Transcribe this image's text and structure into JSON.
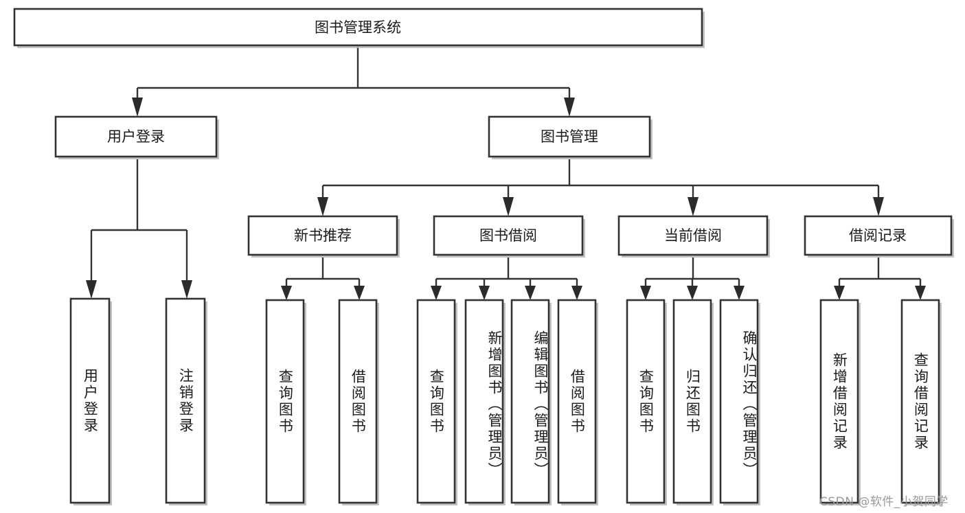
{
  "diagram": {
    "type": "tree",
    "title": "图书管理系统",
    "orientation": "top-down",
    "colors": {
      "background": "#ffffff",
      "box_fill": "#ffffff",
      "box_stroke": "#333333",
      "text": "#1a1a1a",
      "watermark": "#9a9a9a"
    },
    "root": {
      "label": "图书管理系统"
    },
    "level2": [
      {
        "label": "用户登录"
      },
      {
        "label": "图书管理"
      }
    ],
    "level3": [
      {
        "label": "新书推荐"
      },
      {
        "label": "图书借阅"
      },
      {
        "label": "当前借阅"
      },
      {
        "label": "借阅记录"
      }
    ],
    "leaves": {
      "user_login": [
        {
          "label": "用户登录"
        },
        {
          "label": "注销登录"
        }
      ],
      "new_book_recommend": [
        {
          "label": "查询图书"
        },
        {
          "label": "借阅图书"
        }
      ],
      "book_borrow": [
        {
          "label": "查询图书"
        },
        {
          "label": "新增图书（管理员）"
        },
        {
          "label": "编辑图书（管理员）"
        },
        {
          "label": "借阅图书"
        }
      ],
      "current_borrow": [
        {
          "label": "查询图书"
        },
        {
          "label": "归还图书"
        },
        {
          "label": "确认归还（管理员）"
        }
      ],
      "borrow_record": [
        {
          "label": "新增借阅记录"
        },
        {
          "label": "查询借阅记录"
        }
      ]
    }
  },
  "watermark": {
    "text": "CSDN @软件_小贺同学"
  }
}
